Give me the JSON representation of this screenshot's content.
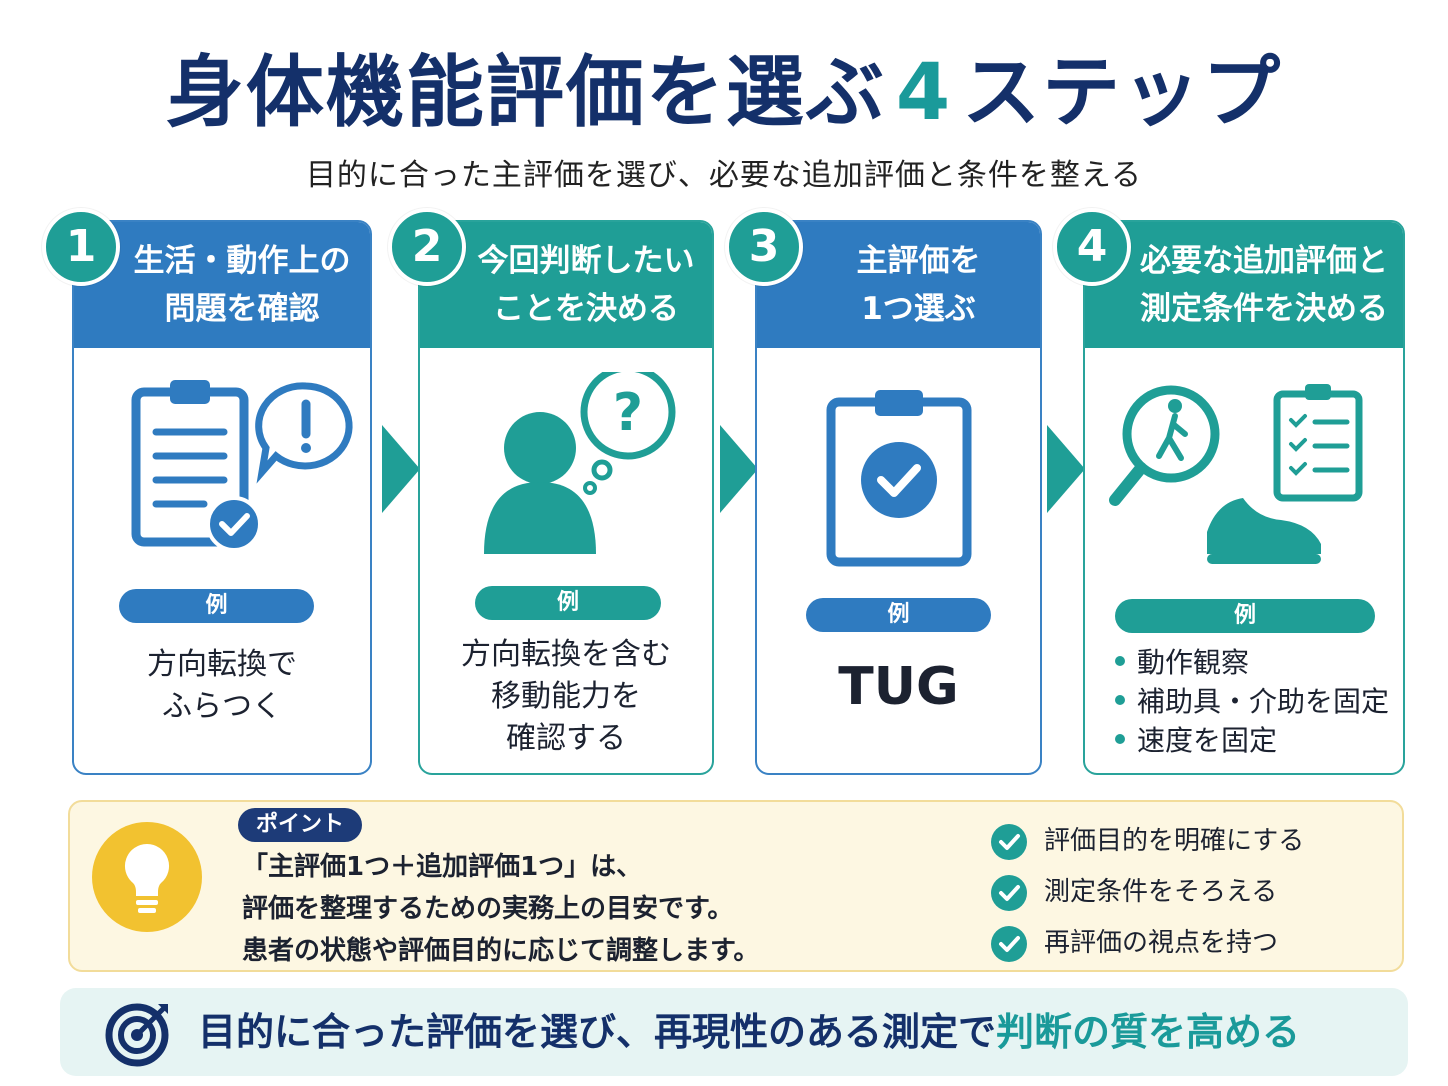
{
  "title": {
    "main": "身体機能評価を選ぶ",
    "number": "4",
    "suffix": "ステップ"
  },
  "subtitle": "目的に合った主評価を選び、必要な追加評価と条件を整える",
  "steps": [
    {
      "number": "1",
      "header": "生活・動作上の\n問題を確認",
      "example_label": "例",
      "example": "方向転換で\nふらつく",
      "icon": "clipboard-alert-icon"
    },
    {
      "number": "2",
      "header": "今回判断したい\nことを決める",
      "example_label": "例",
      "example": "方向転換を含む\n移動能力を\n確認する",
      "icon": "person-question-icon"
    },
    {
      "number": "3",
      "header": "主評価を\n1つ選ぶ",
      "example_label": "例",
      "example": "TUG",
      "icon": "clipboard-check-icon"
    },
    {
      "number": "4",
      "header": "必要な追加評価と\n測定条件を決める",
      "example_label": "例",
      "bullets": [
        "動作観察",
        "補助具・介助を固定",
        "速度を固定"
      ],
      "icon": "magnifier-walker-checklist-shoe-icon"
    }
  ],
  "point": {
    "label": "ポイント",
    "lines": [
      "「主評価1つ＋追加評価1つ」は、",
      "評価を整理するための実務上の目安です。",
      "患者の状態や評価目的に応じて調整します。"
    ],
    "checks": [
      "評価目的を明確にする",
      "測定条件をそろえる",
      "再評価の視点を持つ"
    ]
  },
  "banner": {
    "text": "目的に合った評価を選び、再現性のある測定で",
    "highlight": "判断の質を高める"
  },
  "colors": {
    "navy": "#14306a",
    "blue": "#2f7bc0",
    "teal": "#1f9e96",
    "yellow": "#f2c230",
    "cream": "#fdf7e2"
  }
}
